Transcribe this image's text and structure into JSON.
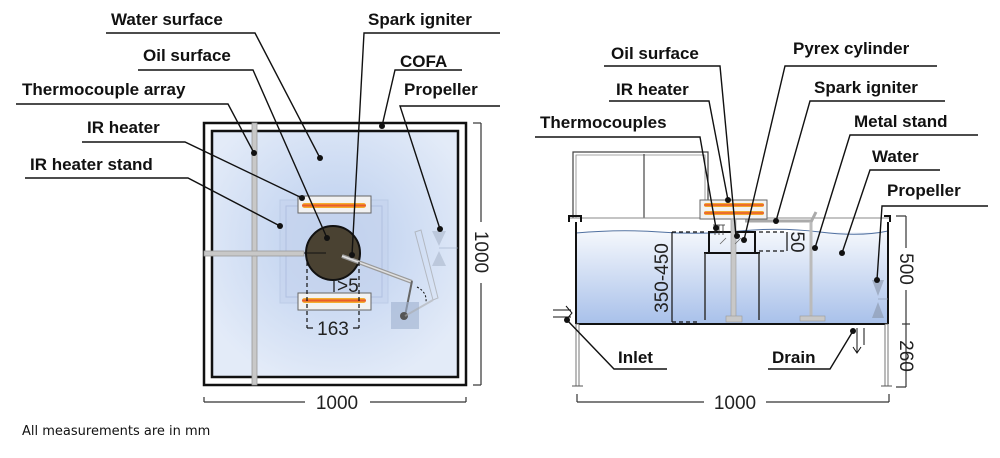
{
  "top_view": {
    "labels": {
      "water_surface": "Water surface",
      "oil_surface": "Oil surface",
      "thermocouple_array": "Thermocouple array",
      "ir_heater": "IR heater",
      "ir_heater_stand": "IR heater stand",
      "spark_igniter": "Spark igniter",
      "cofa": "COFA",
      "propeller": "Propeller"
    },
    "dimensions": {
      "width": "1000",
      "height": "1000",
      "pool_diameter": "163",
      "gap": ">5"
    }
  },
  "side_view": {
    "labels": {
      "oil_surface": "Oil surface",
      "ir_heater": "IR heater",
      "thermocouples": "Thermocouples",
      "pyrex_cylinder": "Pyrex cylinder",
      "spark_igniter": "Spark igniter",
      "metal_stand": "Metal stand",
      "water": "Water",
      "propeller": "Propeller",
      "inlet": "Inlet",
      "drain": "Drain"
    },
    "dimensions": {
      "width": "1000",
      "tank_height": "500",
      "leg_height": "260",
      "water_depth": "350-450",
      "cylinder_height": "50"
    }
  },
  "caption": "All measurements are in mm",
  "colors": {
    "water": "#c9d8f0",
    "oil": "#4a4232",
    "heater_element": "#e8502a",
    "heater_glow": "#f6c430"
  }
}
